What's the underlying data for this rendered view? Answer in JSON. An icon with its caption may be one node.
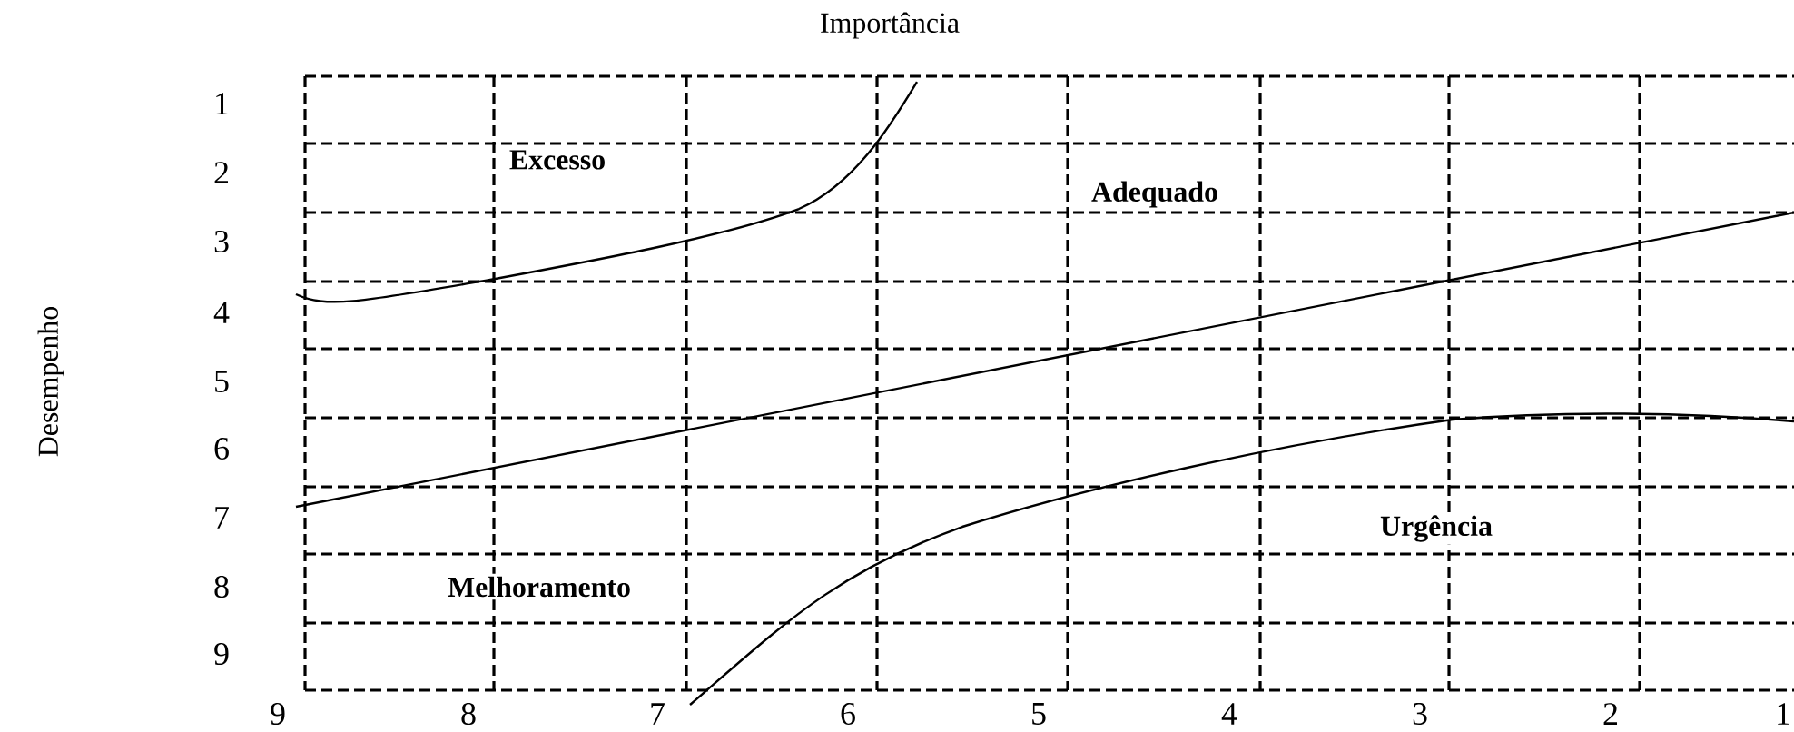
{
  "diagram": {
    "labels": [
      "Importância",
      "1",
      "2",
      "Excesso",
      "3",
      "Adequado",
      "4",
      "Desempenho",
      "5",
      "6",
      "7",
      "Urgência",
      "8",
      "Melhoramento",
      "9",
      "9",
      "8",
      "7",
      "6",
      "5",
      "4",
      "3",
      "2",
      "1"
    ]
  }
}
